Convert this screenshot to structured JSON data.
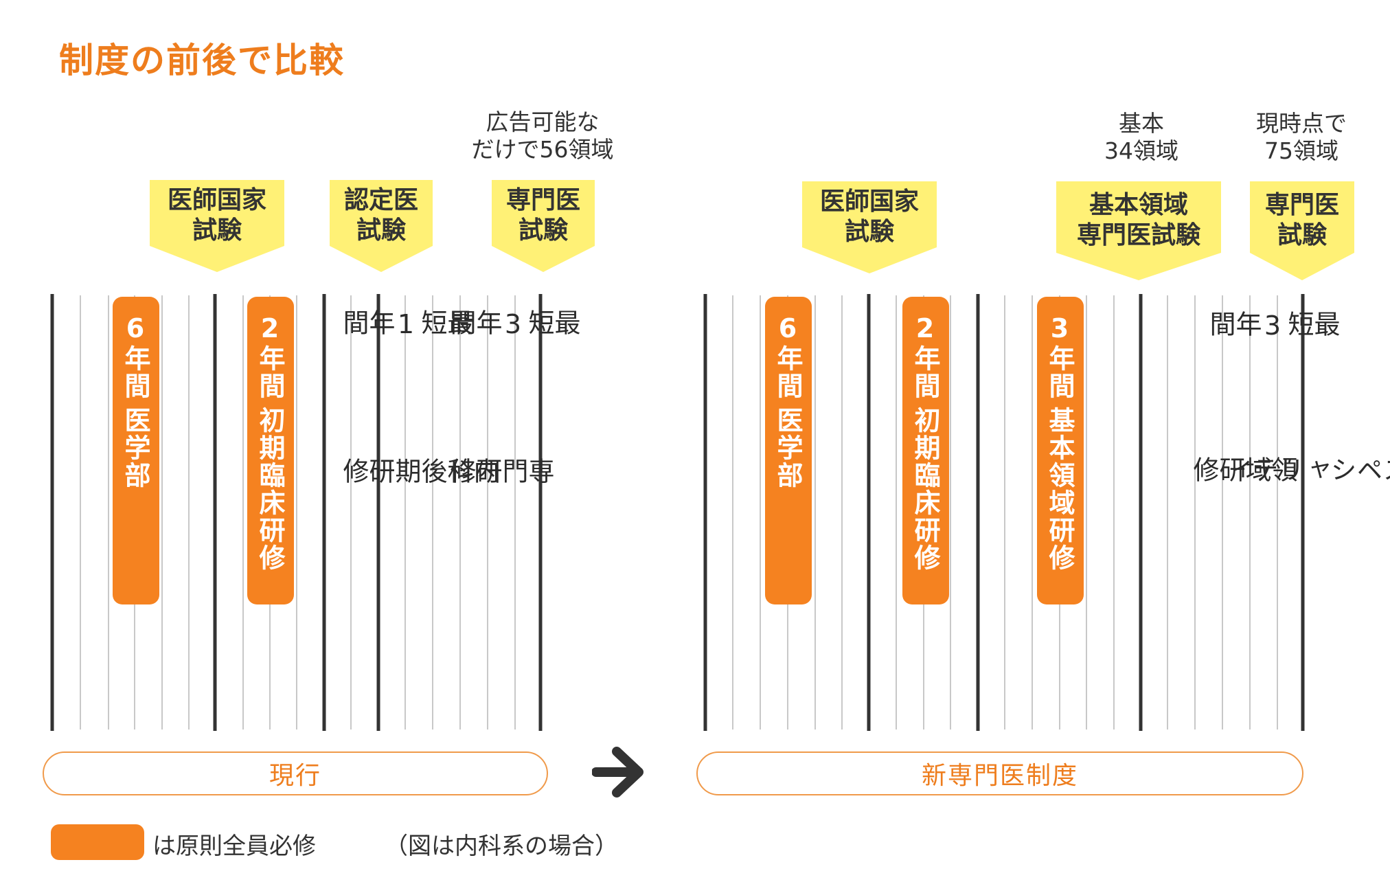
{
  "title": "制度の前後で比較",
  "colors": {
    "accent": "#f58220",
    "title": "#ee7d1d",
    "exam_box": "#fff176",
    "line": "#333333"
  },
  "current": {
    "label": "現行",
    "note": "広告可能な\nだけで56領域",
    "exams": [
      "医師国家\n試験",
      "認定医\n試験",
      "専門医\n試験"
    ],
    "periods": [
      {
        "duration": "6年間",
        "name": "医学部",
        "mandatory": true
      },
      {
        "duration": "2年間",
        "name": "初期臨床研修",
        "mandatory": true
      },
      {
        "duration": "最短1年間",
        "name": "内科後期研修",
        "mandatory": false
      },
      {
        "duration": "最短3年間",
        "name": "専門研修",
        "mandatory": false
      }
    ]
  },
  "new": {
    "label": "新専門医制度",
    "notes": [
      "基本\n34領域",
      "現時点で\n75領域"
    ],
    "exams": [
      "医師国家\n試験",
      "基本領域\n専門医試験",
      "専門医\n試験"
    ],
    "periods": [
      {
        "duration": "6年間",
        "name": "医学部",
        "mandatory": true
      },
      {
        "duration": "2年間",
        "name": "初期臨床研修",
        "mandatory": true
      },
      {
        "duration": "3年間",
        "name": "基本領域研修",
        "mandatory": true
      },
      {
        "duration": "最短3年間",
        "name_a": "サブスペシャリティ",
        "name_b": "領域研修",
        "mandatory": false
      }
    ]
  },
  "legend": {
    "text": "は原則全員必修",
    "note": "（図は内科系の場合）"
  }
}
